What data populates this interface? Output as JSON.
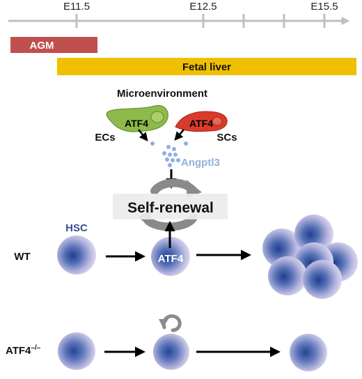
{
  "timeline": {
    "ticks": [
      "E11.5",
      "E12.5",
      "E15.5"
    ]
  },
  "bars": {
    "agm": "AGM",
    "fetal_liver": "Fetal liver"
  },
  "microenvironment": {
    "title": "Microenvironment",
    "ec_label": "ECs",
    "sc_label": "SCs",
    "ec_factor": "ATF4",
    "sc_factor": "ATF4",
    "secreted": "Angptl3"
  },
  "self_renewal": {
    "label": "Self-renewal"
  },
  "wt_row": {
    "row_label": "WT",
    "hsc_label": "HSC",
    "cell_factor": "ATF4"
  },
  "ko_row": {
    "row_label_base": "ATF4",
    "row_label_sup": "–/–"
  },
  "colors": {
    "timeline": "#bfbfbf",
    "agm_bar": "#c0504d",
    "fetal_liver_bar": "#f0c000",
    "ec_cell": "#8dba4a",
    "sc_cell": "#d93b2b",
    "angptl3": "#8fb0dc",
    "hsc_label": "#3b4d8f",
    "self_renewal_box": "#ececec",
    "cycle_arrow": "#8a8a8a"
  }
}
